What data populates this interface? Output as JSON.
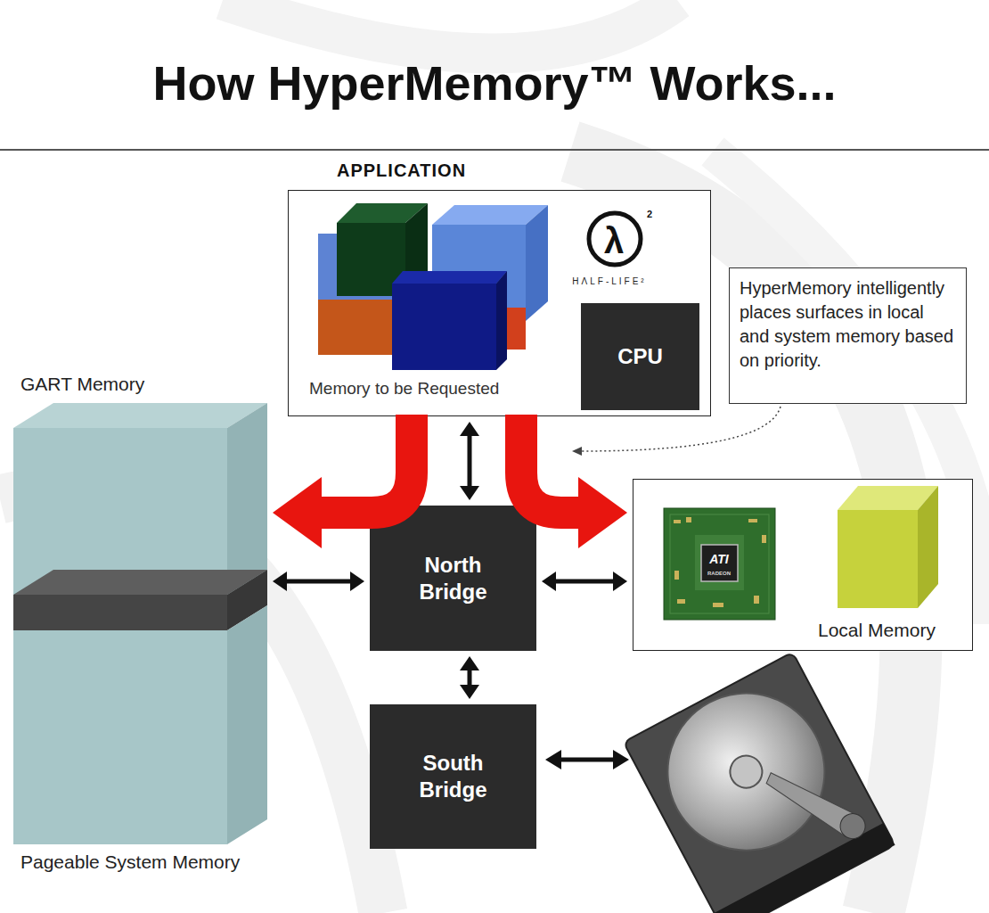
{
  "diagram": {
    "title": "How HyperMemory™ Works...",
    "nodes": [
      {
        "text": [
          "APPLICATION",
          "Memory to be Requested"
        ]
      },
      {
        "text": [
          "CPU"
        ],
        "in": 0
      },
      {
        "text": [
          "HyperMemory intelligently places surfaces in local and system memory based on priority."
        ]
      },
      {
        "text": [
          "GART Memory",
          "Pageable System Memory"
        ]
      },
      {
        "text": [
          "North Bridge"
        ]
      },
      {
        "text": [
          "Local Memory"
        ]
      },
      {
        "text": [
          "South Bridge"
        ]
      }
    ],
    "edges": [
      {
        "from": 0,
        "to": 3,
        "arrow": "to"
      },
      {
        "from": 0,
        "to": 5,
        "arrow": "to"
      },
      {
        "from": 0,
        "to": 4,
        "arrow": "both"
      },
      {
        "from": 3,
        "to": 4,
        "arrow": "both"
      },
      {
        "from": 4,
        "to": 5,
        "arrow": "both"
      },
      {
        "from": 4,
        "to": 6,
        "arrow": "both"
      }
    ],
    "labels": [
      "λ",
      "2",
      "HΛLF-LIFE²",
      "ATI",
      "RADEON"
    ]
  }
}
